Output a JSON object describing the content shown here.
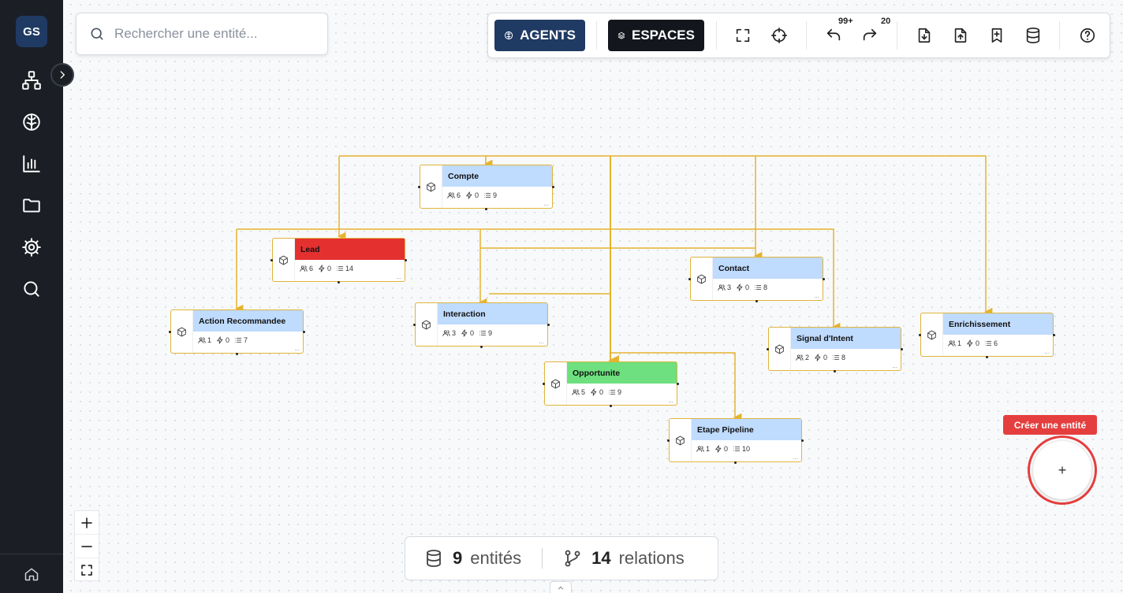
{
  "sidebar": {
    "avatar": "GS",
    "icons": [
      "hierarchy-icon",
      "brain-icon",
      "bar-chart-icon",
      "folder-icon",
      "gear-icon",
      "search-icon"
    ],
    "bottom_icon": "home-icon"
  },
  "search": {
    "placeholder": "Rechercher une entité..."
  },
  "toolbar": {
    "agents_label": "AGENTS",
    "spaces_label": "ESPACES",
    "undo_count": "99+",
    "redo_count": "20"
  },
  "nodes": [
    {
      "name": "Compte",
      "header_color": "#bfdbfe",
      "users": "6",
      "actions": "0",
      "fields": "9"
    },
    {
      "name": "Lead",
      "header_color": "#e53030",
      "users": "6",
      "actions": "0",
      "fields": "14"
    },
    {
      "name": "Action Recommandee",
      "header_color": "#bfdbfe",
      "users": "1",
      "actions": "0",
      "fields": "7"
    },
    {
      "name": "Interaction",
      "header_color": "#bfdbfe",
      "users": "3",
      "actions": "0",
      "fields": "9"
    },
    {
      "name": "Contact",
      "header_color": "#bfdbfe",
      "users": "3",
      "actions": "0",
      "fields": "8"
    },
    {
      "name": "Signal d'Intent",
      "header_color": "#bfdbfe",
      "users": "2",
      "actions": "0",
      "fields": "8"
    },
    {
      "name": "Enrichissement",
      "header_color": "#bfdbfe",
      "users": "1",
      "actions": "0",
      "fields": "6"
    },
    {
      "name": "Opportunite",
      "header_color": "#6ee07f",
      "users": "5",
      "actions": "0",
      "fields": "9"
    },
    {
      "name": "Etape Pipeline",
      "header_color": "#bfdbfe",
      "users": "1",
      "actions": "0",
      "fields": "10"
    }
  ],
  "node_more": "...",
  "footer": {
    "entities_count": "9",
    "entities_label": "entités",
    "relations_count": "14",
    "relations_label": "relations"
  },
  "create": {
    "tooltip": "Créer une entité",
    "button": "+"
  },
  "colors": {
    "edge": "#e6b32e",
    "accent": "#1f3a63",
    "danger": "#e53e3e"
  }
}
